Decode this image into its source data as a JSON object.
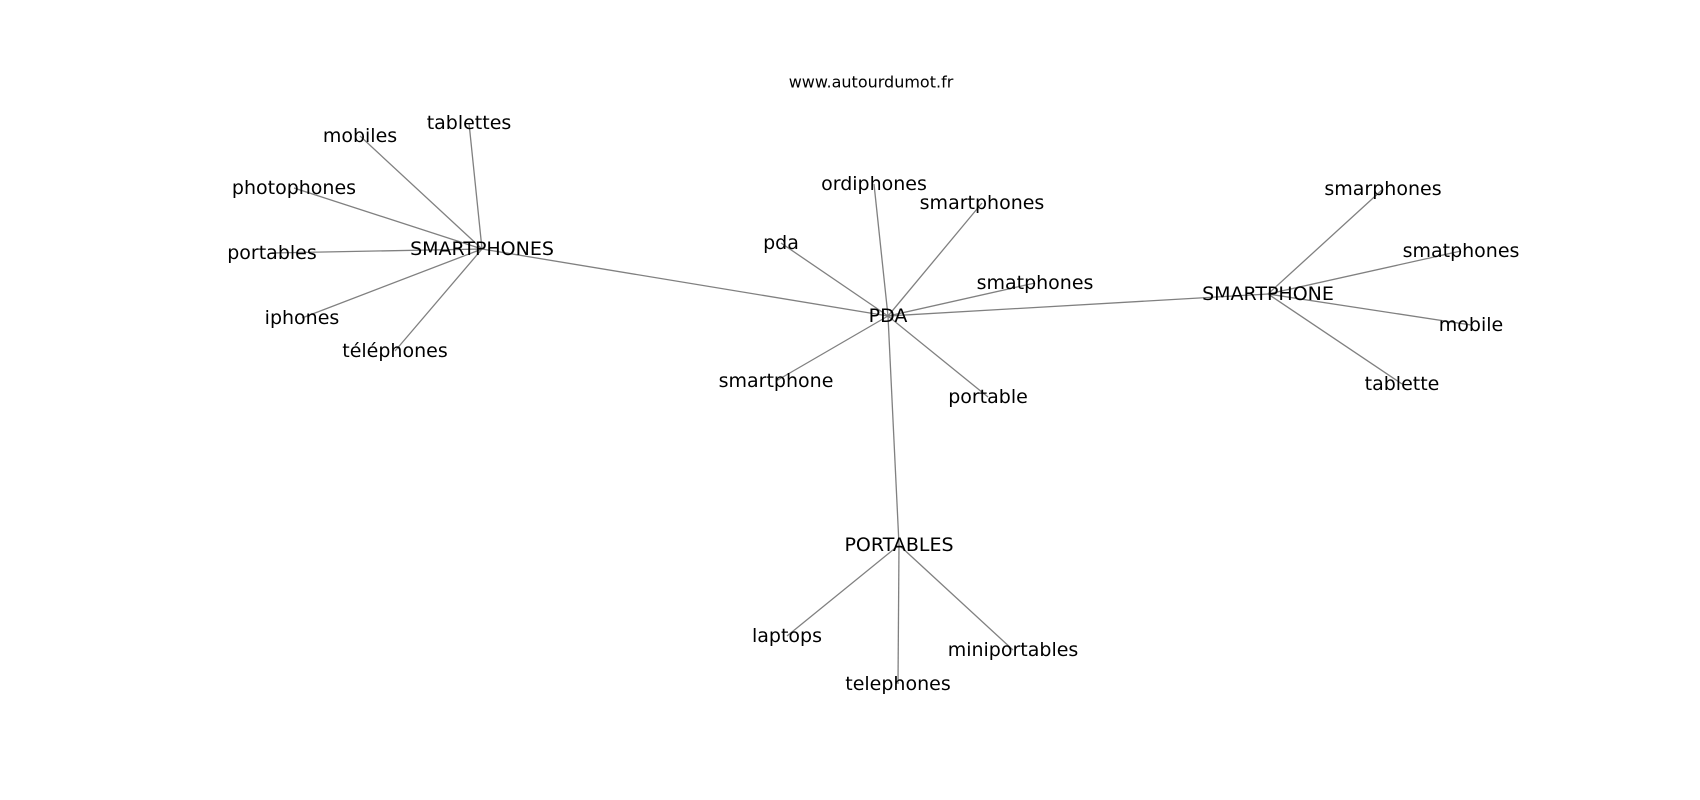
{
  "source": "www.autourdumot.fr",
  "nodes": [
    {
      "id": "pda",
      "label": "PDA"
    },
    {
      "id": "smartphones_hub",
      "label": "SMARTPHONES"
    },
    {
      "id": "smartphone_hub",
      "label": "SMARTPHONE"
    },
    {
      "id": "portables_hub",
      "label": "PORTABLES"
    },
    {
      "id": "mobiles",
      "label": "mobiles"
    },
    {
      "id": "tablettes",
      "label": "tablettes"
    },
    {
      "id": "photophones",
      "label": "photophones"
    },
    {
      "id": "portables",
      "label": "portables"
    },
    {
      "id": "iphones",
      "label": "iphones"
    },
    {
      "id": "telephones_fr",
      "label": "téléphones"
    },
    {
      "id": "ordiphones",
      "label": "ordiphones"
    },
    {
      "id": "smartphones",
      "label": "smartphones"
    },
    {
      "id": "pda_lower",
      "label": "pda"
    },
    {
      "id": "smatphones_pda",
      "label": "smatphones"
    },
    {
      "id": "smartphone",
      "label": "smartphone"
    },
    {
      "id": "portable",
      "label": "portable"
    },
    {
      "id": "smarphones",
      "label": "smarphones"
    },
    {
      "id": "smatphones",
      "label": "smatphones"
    },
    {
      "id": "mobile",
      "label": "mobile"
    },
    {
      "id": "tablette",
      "label": "tablette"
    },
    {
      "id": "laptops",
      "label": "laptops"
    },
    {
      "id": "telephones",
      "label": "telephones"
    },
    {
      "id": "miniportables",
      "label": "miniportables"
    }
  ],
  "edges": [
    [
      "pda",
      "smartphones_hub"
    ],
    [
      "pda",
      "smartphone_hub"
    ],
    [
      "pda",
      "portables_hub"
    ],
    [
      "pda",
      "ordiphones"
    ],
    [
      "pda",
      "smartphones"
    ],
    [
      "pda",
      "pda_lower"
    ],
    [
      "pda",
      "smatphones_pda"
    ],
    [
      "pda",
      "smartphone"
    ],
    [
      "pda",
      "portable"
    ],
    [
      "smartphones_hub",
      "mobiles"
    ],
    [
      "smartphones_hub",
      "tablettes"
    ],
    [
      "smartphones_hub",
      "photophones"
    ],
    [
      "smartphones_hub",
      "portables"
    ],
    [
      "smartphones_hub",
      "iphones"
    ],
    [
      "smartphones_hub",
      "telephones_fr"
    ],
    [
      "smartphone_hub",
      "smarphones"
    ],
    [
      "smartphone_hub",
      "smatphones"
    ],
    [
      "smartphone_hub",
      "mobile"
    ],
    [
      "smartphone_hub",
      "tablette"
    ],
    [
      "portables_hub",
      "laptops"
    ],
    [
      "portables_hub",
      "telephones"
    ],
    [
      "portables_hub",
      "miniportables"
    ]
  ]
}
